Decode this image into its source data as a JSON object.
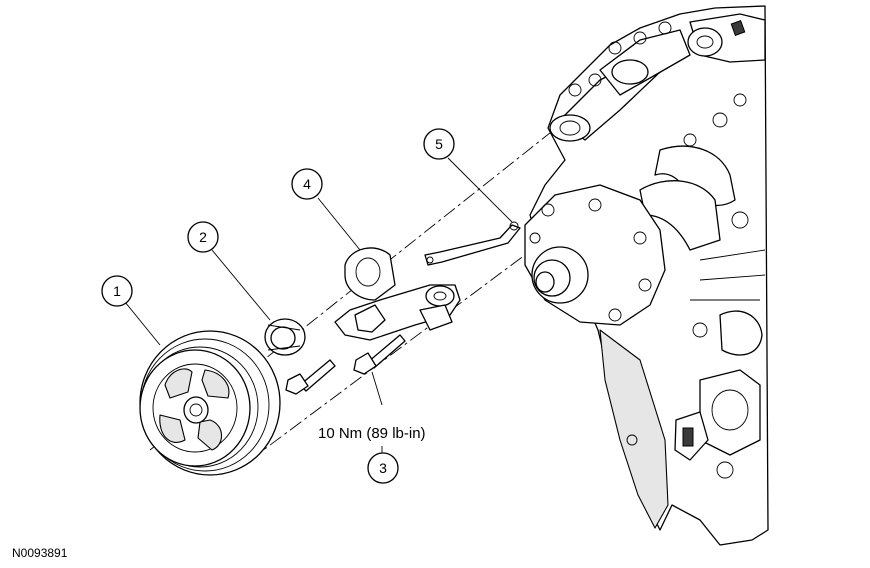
{
  "callouts": [
    {
      "id": "1",
      "label": "1"
    },
    {
      "id": "2",
      "label": "2"
    },
    {
      "id": "3",
      "label": "3"
    },
    {
      "id": "4",
      "label": "4"
    },
    {
      "id": "5",
      "label": "5"
    }
  ],
  "torque_spec": "10 Nm (89 lb-in)",
  "figure_id": "N0093891"
}
